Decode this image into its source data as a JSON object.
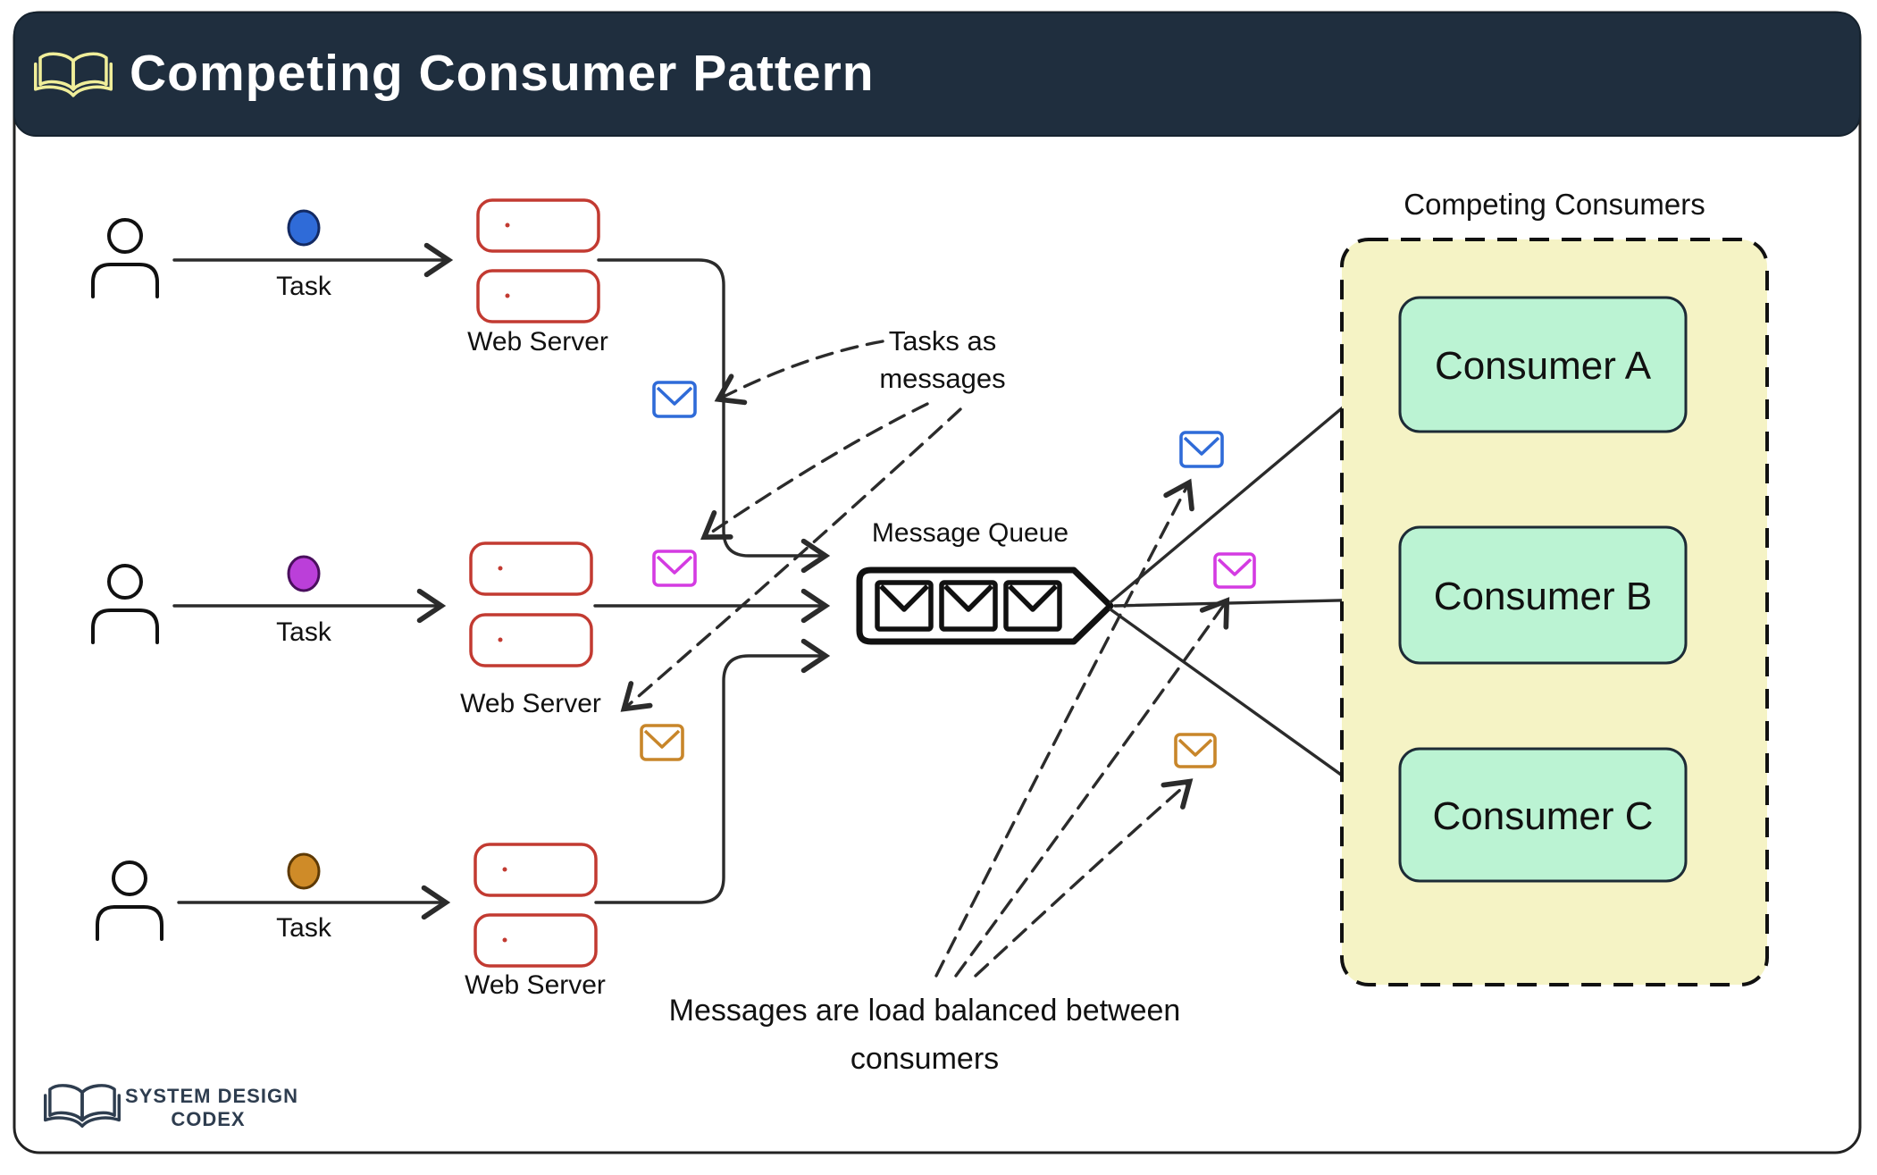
{
  "header": {
    "title": "Competing Consumer Pattern",
    "icon": "open-book-icon"
  },
  "producers": [
    {
      "task_label": "Task",
      "server_label": "Web Server"
    },
    {
      "task_label": "Task",
      "server_label": "Web Server"
    },
    {
      "task_label": "Task",
      "server_label": "Web Server"
    }
  ],
  "annotations": {
    "tasks_as_messages_line1": "Tasks as",
    "tasks_as_messages_line2": "messages",
    "load_balanced_line1": "Messages are load balanced between",
    "load_balanced_line2": "consumers"
  },
  "queue": {
    "label": "Message Queue",
    "message_count": 3
  },
  "consumers": {
    "group_label": "Competing Consumers",
    "items": [
      {
        "label": "Consumer A"
      },
      {
        "label": "Consumer B"
      },
      {
        "label": "Consumer C"
      }
    ]
  },
  "logo": {
    "line1": "SYSTEM DESIGN",
    "line2": "CODEX"
  },
  "colors": {
    "header_bg": "#1f2e3e",
    "header_text": "#ffffff",
    "book_icon_yellow": "#f0ee9a",
    "server_stroke_red": "#c23a31",
    "dot_blue": "#2f6bd8",
    "dot_purple": "#bb3fd9",
    "dot_orange": "#cf8b28",
    "envelope_blue": "#2f6bd8",
    "envelope_magenta": "#d43be2",
    "envelope_orange": "#c8862a",
    "consumer_fill_green": "#bbf3d3",
    "consumer_group_yellow": "#f5f3c5",
    "line_color": "#2b2b2b",
    "queue_color": "#111111",
    "logo_color": "#2e3d4f"
  }
}
